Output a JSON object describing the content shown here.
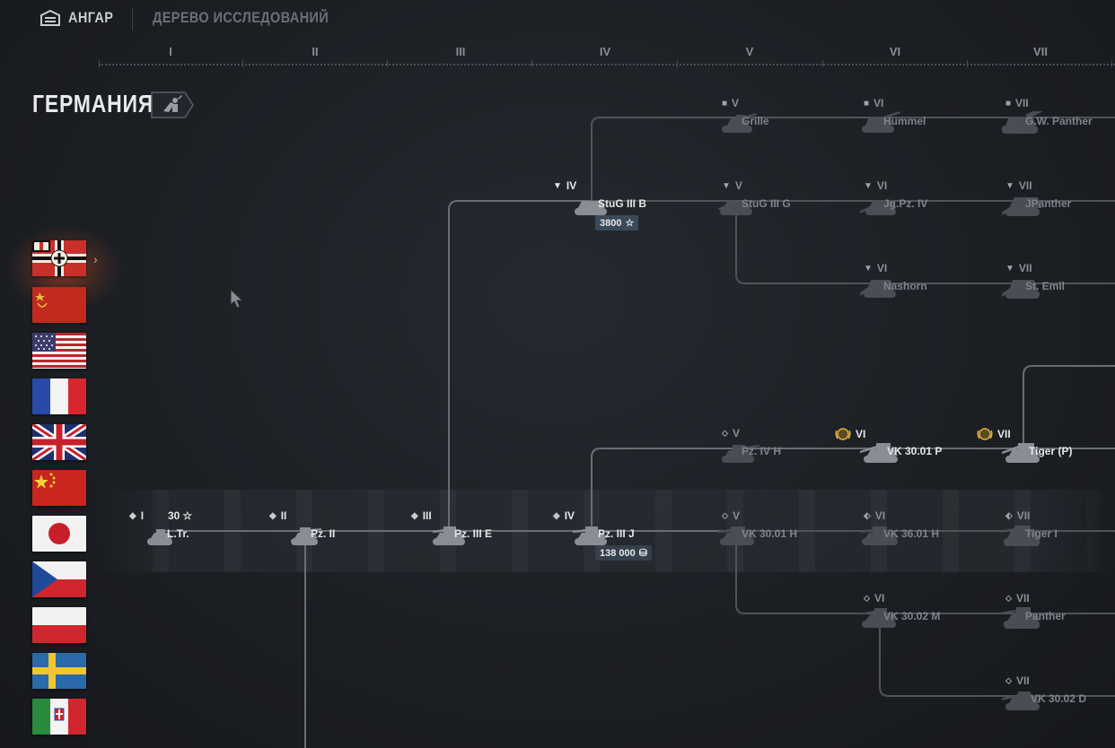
{
  "nav": {
    "hangar_label": "АНГАР",
    "tree_label": "ДЕРЕВО ИССЛЕДОВАНИЙ"
  },
  "tiers": [
    "I",
    "II",
    "III",
    "IV",
    "V",
    "VI",
    "VII"
  ],
  "nation": {
    "title": "ГЕРМАНИЯ"
  },
  "flags": [
    {
      "name": "germany",
      "selected": true
    },
    {
      "name": "ussr"
    },
    {
      "name": "usa"
    },
    {
      "name": "france"
    },
    {
      "name": "uk"
    },
    {
      "name": "china"
    },
    {
      "name": "japan"
    },
    {
      "name": "czechoslovakia"
    },
    {
      "name": "poland"
    },
    {
      "name": "sweden"
    },
    {
      "name": "italy"
    }
  ],
  "vehicles": {
    "grille": {
      "tier": "V",
      "name": "Grille"
    },
    "hummel": {
      "tier": "VI",
      "name": "Hummel"
    },
    "gw_panther": {
      "tier": "VII",
      "name": "G.W. Panther"
    },
    "stug3b": {
      "tier": "IV",
      "name": "StuG III B",
      "cost": "3800"
    },
    "stug3g": {
      "tier": "V",
      "name": "StuG III G"
    },
    "jgpz4": {
      "tier": "VI",
      "name": "Jg.Pz. IV"
    },
    "jpanther": {
      "tier": "VII",
      "name": "JPanther"
    },
    "nashorn": {
      "tier": "VI",
      "name": "Nashorn"
    },
    "st_emil": {
      "tier": "VII",
      "name": "St. Emil"
    },
    "pz4h": {
      "tier": "V",
      "name": "Pz. IV H"
    },
    "vk3001p": {
      "tier": "VI",
      "name": "VK 30.01 P"
    },
    "tiger_p": {
      "tier": "VII",
      "name": "Tiger (P)"
    },
    "ltr": {
      "tier": "I",
      "name": "L.Tr.",
      "xp": "30"
    },
    "pz2": {
      "tier": "II",
      "name": "Pz. II"
    },
    "pz3e": {
      "tier": "III",
      "name": "Pz. III E"
    },
    "pz3j": {
      "tier": "IV",
      "name": "Pz. III J",
      "cost": "138 000"
    },
    "vk3001h": {
      "tier": "V",
      "name": "VK 30.01 H"
    },
    "vk3601h": {
      "tier": "VI",
      "name": "VK 36.01 H"
    },
    "tiger1": {
      "tier": "VII",
      "name": "Tiger I"
    },
    "vk3002m": {
      "tier": "VI",
      "name": "VK 30.02 M"
    },
    "panther": {
      "tier": "VII",
      "name": "Panther"
    },
    "vk3002d": {
      "tier": "VII",
      "name": "VK 30.02 D"
    }
  },
  "colors": {
    "background": "#1c1f24",
    "accent_owned": "#e4e6e8",
    "link_line": "#6a6e74",
    "cost_badge": "#3a4a5a",
    "selected_glow": "#ff5a28"
  }
}
